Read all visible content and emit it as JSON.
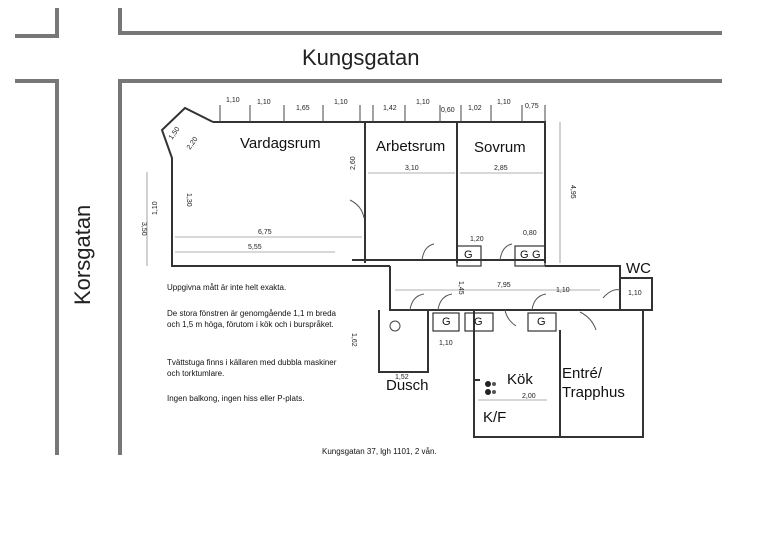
{
  "streets": {
    "north": "Kungsgatan",
    "west": "Korsgatan"
  },
  "rooms": {
    "vardagsrum": "Vardagsrum",
    "arbetsrum": "Arbetsrum",
    "sovrum": "Sovrum",
    "wc": "WC",
    "dusch": "Dusch",
    "kok": "Kök",
    "kf": "K/F",
    "entre": "Entré/\nTrapphus"
  },
  "closet_label": "G",
  "dimensions": {
    "top": [
      "1,10",
      "1,10",
      "1,65",
      "1,10",
      "1,42",
      "1,10",
      "0,60",
      "1,02",
      "1,10",
      "0,75"
    ],
    "bay": [
      "1,50",
      "2,20"
    ],
    "vardagsrum_width": "6,75",
    "vardagsrum_inner": "5,55",
    "vardagsrum_side": "2,60",
    "left_a": "1,30",
    "left_b": "1,10",
    "left_c": "3,50",
    "arbetsrum_width": "3,10",
    "sovrum_width": "2,85",
    "height": "4,95",
    "closet_a": "1,20",
    "closet_b": "0,80",
    "hall_height": "1,45",
    "hall_width": "7,95",
    "hall_short": "1,10",
    "wc_width": "1,10",
    "dusch_height": "1,62",
    "dusch_inner": "1,10",
    "dusch_width": "1,52",
    "kok_width": "2,00"
  },
  "notes": [
    "Uppgivna mått är inte helt exakta.",
    "De stora fönstren är genomgående 1,1 m breda och 1,5 m höga, förutom i kök och i burspråket.",
    "Tvättstuga finns i källaren med dubbla maskiner och torktumlare.",
    "Ingen balkong, ingen hiss eller P-plats."
  ],
  "caption": "Kungsgatan 37, lgh 1101, 2 vån."
}
